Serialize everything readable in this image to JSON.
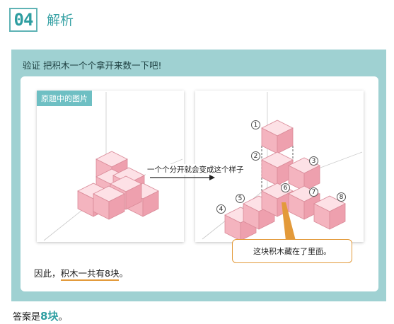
{
  "header": {
    "number": "04",
    "title": "解析"
  },
  "instruction": "验证  把积木一个个拿开来数一下吧!",
  "left_figure": {
    "label": "原题中的图片"
  },
  "arrow_label": "一个个分开就会变成这个样子",
  "callout": "这块积木藏在了里面。",
  "number_labels": [
    "1",
    "2",
    "3",
    "4",
    "5",
    "6",
    "7",
    "8"
  ],
  "conclusion": {
    "prefix": "因此，",
    "underlined": "积木一共有8块",
    "suffix": "。"
  },
  "answer": {
    "prefix": "答案是",
    "value": "8块",
    "suffix": "。"
  },
  "colors": {
    "accent": "#5fb3b5",
    "panel": "#9fd1d2",
    "cube_front": "#f2aab6",
    "highlight": "#e39a3a"
  }
}
